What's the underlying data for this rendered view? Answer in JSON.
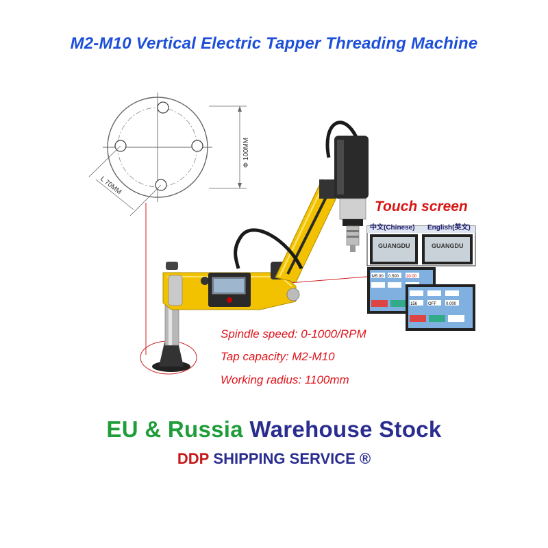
{
  "title": "M2-M10 Vertical Electric Tapper Threading Machine",
  "diagram": {
    "diameter_label": "Φ 100MM",
    "length_label": "L 70MM"
  },
  "touch_screen": {
    "heading": "Touch screen",
    "lang_cn": "中文(Chinese)",
    "lang_en": "English(英文)",
    "brand": "GUANGDU",
    "screen_values": [
      "M5.00",
      "0.500",
      "20.00",
      "156",
      "OFF",
      "0.000"
    ]
  },
  "specs": {
    "spindle_speed": "Spindle speed: 0-1000/RPM",
    "tap_capacity": "Tap capacity: M2-M10",
    "working_radius": "Working radius: 1100mm"
  },
  "stock": {
    "part1": "EU & Russia",
    "part2": "Warehouse Stock"
  },
  "shipping": {
    "part1": "DDP",
    "part2": "SHIPPING SERVICE ®"
  },
  "colors": {
    "title_blue": "#1e4fd8",
    "spec_red": "#e0141b",
    "eu_green": "#1f9d3a",
    "warehouse_navy": "#2a2d8f",
    "machine_yellow": "#f2c200"
  }
}
